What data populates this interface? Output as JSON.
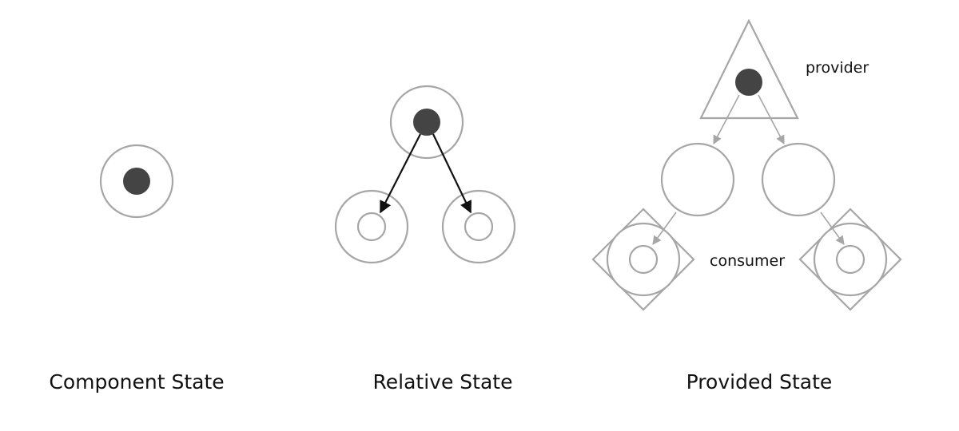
{
  "panels": {
    "component": {
      "caption": "Component State"
    },
    "relative": {
      "caption": "Relative State"
    },
    "provided": {
      "caption": "Provided State",
      "provider_label": "provider",
      "consumer_label": "consumer"
    }
  },
  "colors": {
    "outline": "#a6a6a6",
    "state_dot": "#444444",
    "dark_arrow": "#111111",
    "text": "#111111"
  }
}
